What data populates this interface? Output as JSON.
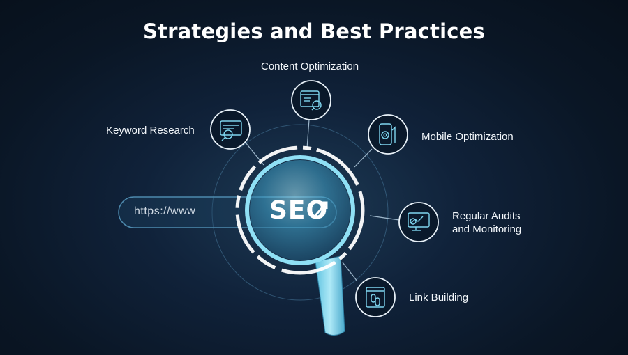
{
  "title": "Strategies and Best Practices",
  "url_bar": {
    "text": "https://www"
  },
  "logo": {
    "text": "SEO"
  },
  "items": [
    {
      "id": "content",
      "label": "Content Optimization",
      "icon": "content-optimization-icon"
    },
    {
      "id": "keyword",
      "label": "Keyword Research",
      "icon": "keyword-research-icon"
    },
    {
      "id": "mobile",
      "label": "Mobile Optimization",
      "icon": "mobile-optimization-icon"
    },
    {
      "id": "audits",
      "label_line1": "Regular Audits",
      "label_line2": "and Monitoring",
      "icon": "audit-monitoring-icon"
    },
    {
      "id": "links",
      "label": "Link Building",
      "icon": "link-building-icon"
    }
  ],
  "colors": {
    "accent": "#7fd6f0",
    "lens": "#4fb3d6",
    "ring": "#ffffff",
    "background": "#0c1a2b"
  }
}
